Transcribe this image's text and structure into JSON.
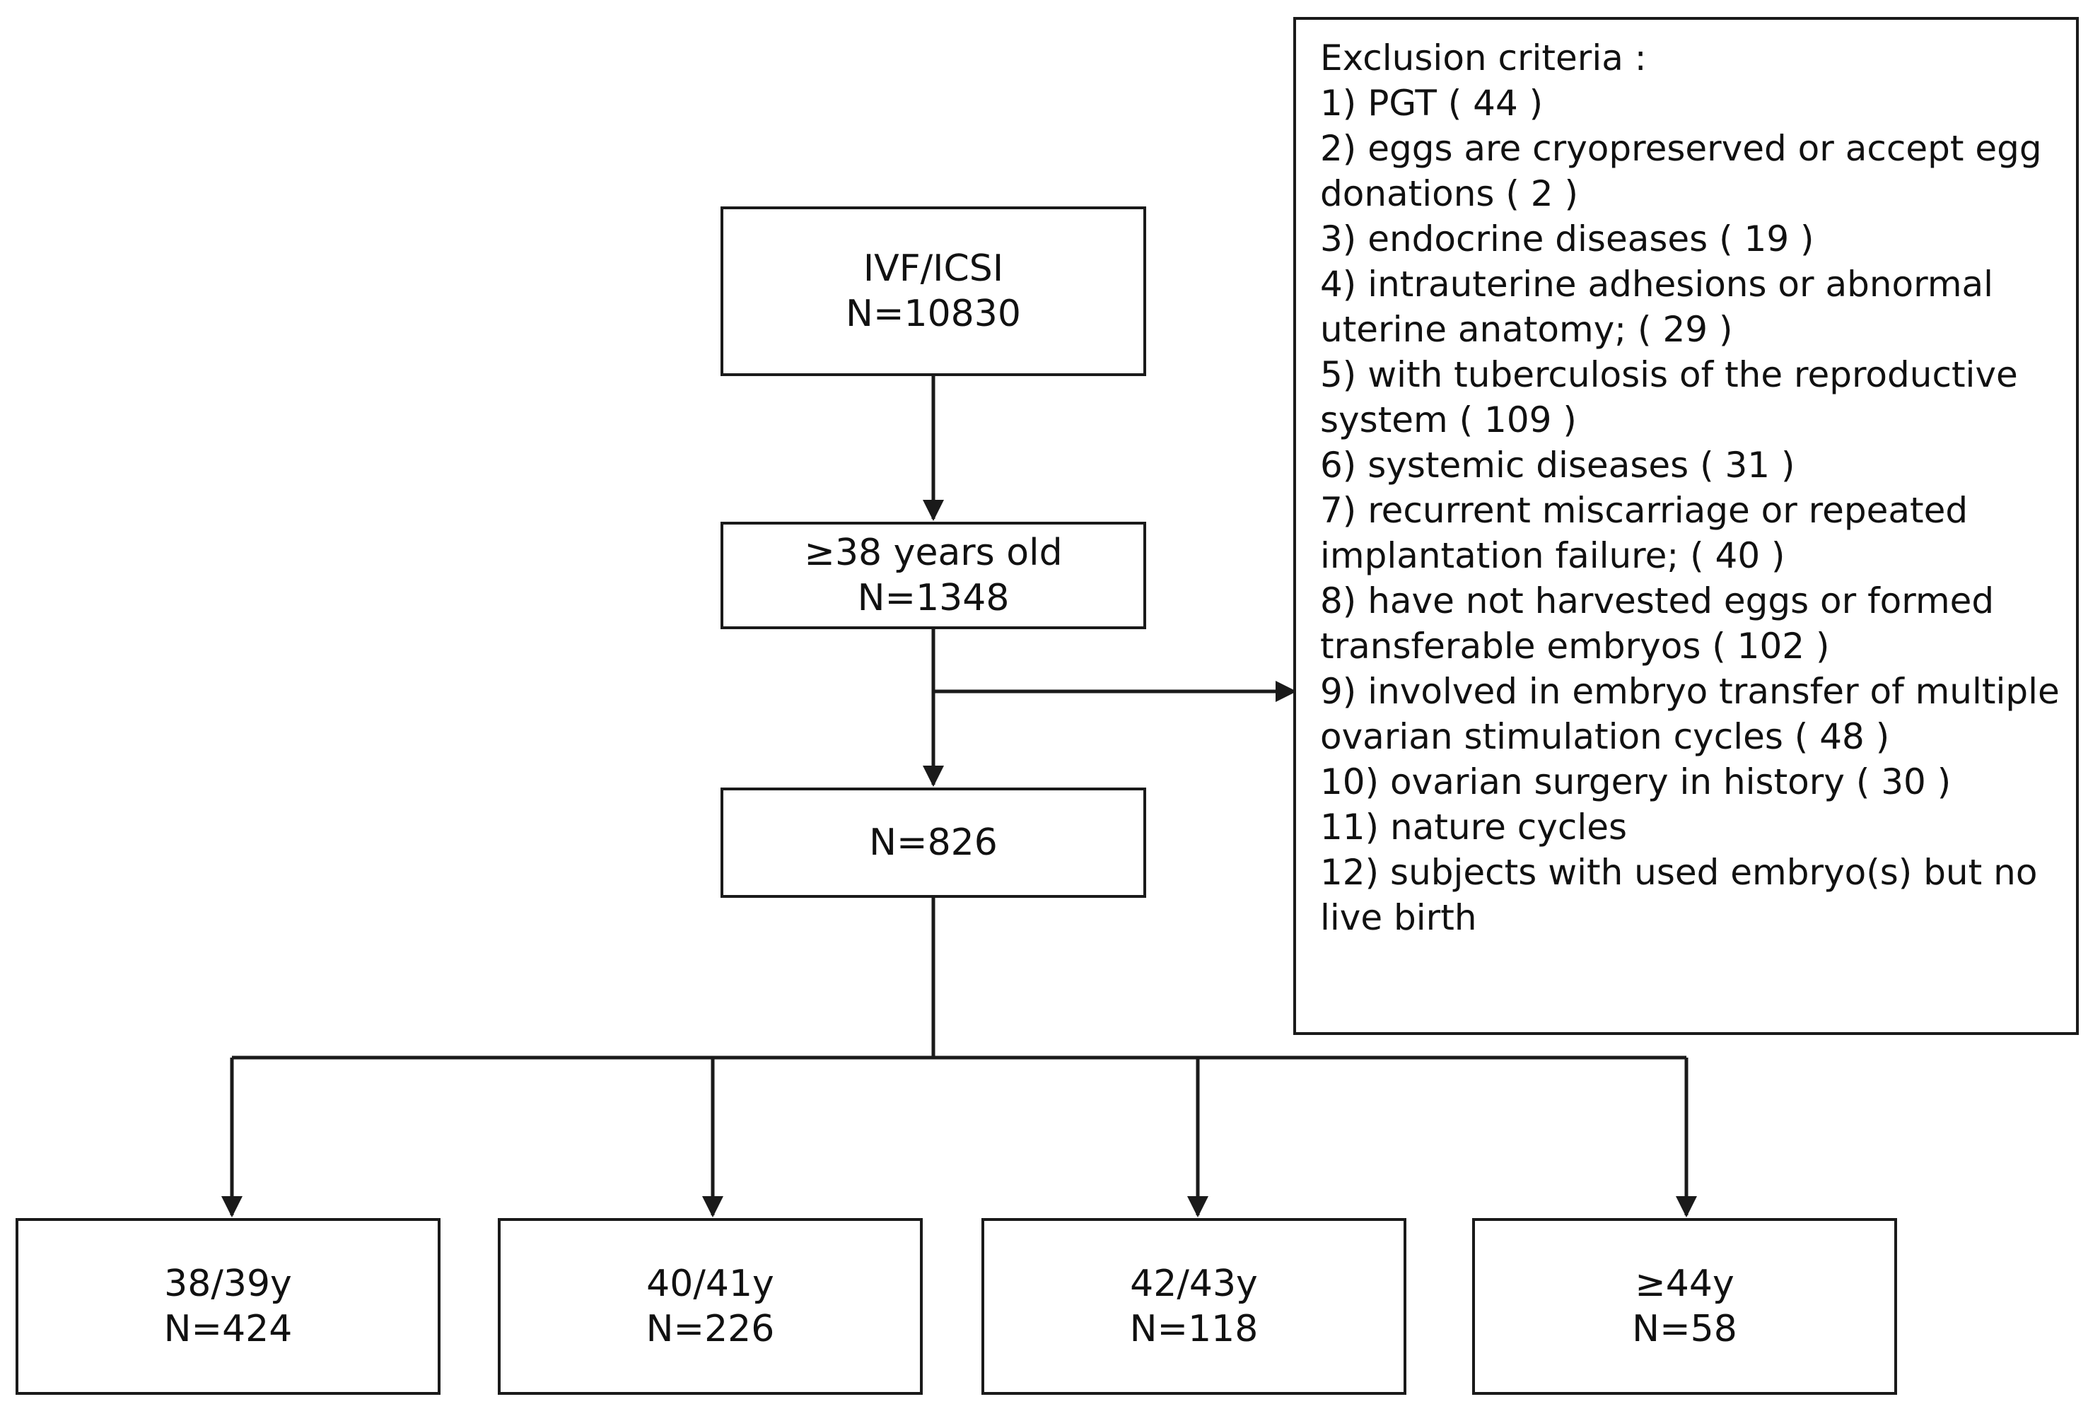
{
  "flowchart": {
    "ivf": {
      "line1": "IVF/ICSI",
      "line2": "N=10830"
    },
    "age38": {
      "line1": "≥38 years old",
      "line2": "N=1348"
    },
    "included": {
      "line1": "N=826"
    },
    "groups": [
      {
        "line1": "38/39y",
        "line2": "N=424"
      },
      {
        "line1": "40/41y",
        "line2": "N=226"
      },
      {
        "line1": "42/43y",
        "line2": "N=118"
      },
      {
        "line1": "≥44y",
        "line2": "N=58"
      }
    ],
    "exclusion": {
      "lines": [
        "Exclusion criteria :",
        "1) PGT ( 44 )",
        "2) eggs are cryopreserved or accept egg",
        "donations ( 2 )",
        "3) endocrine diseases ( 19 )",
        "4) intrauterine adhesions or abnormal",
        "uterine anatomy; ( 29 )",
        "5) with tuberculosis of the reproductive",
        "system ( 109 )",
        "6) systemic diseases ( 31 )",
        "7) recurrent miscarriage or repeated",
        "implantation failure; ( 40 )",
        "8) have not harvested eggs or formed",
        "transferable embryos ( 102 )",
        "9) involved in embryo transfer of multiple",
        "ovarian stimulation cycles ( 48 )",
        "10) ovarian surgery in history ( 30 )",
        "11) nature cycles",
        "12) subjects with used embryo(s) but no",
        "live birth"
      ]
    }
  },
  "colors": {
    "line": "#1a1a1a",
    "background": "#ffffff"
  }
}
